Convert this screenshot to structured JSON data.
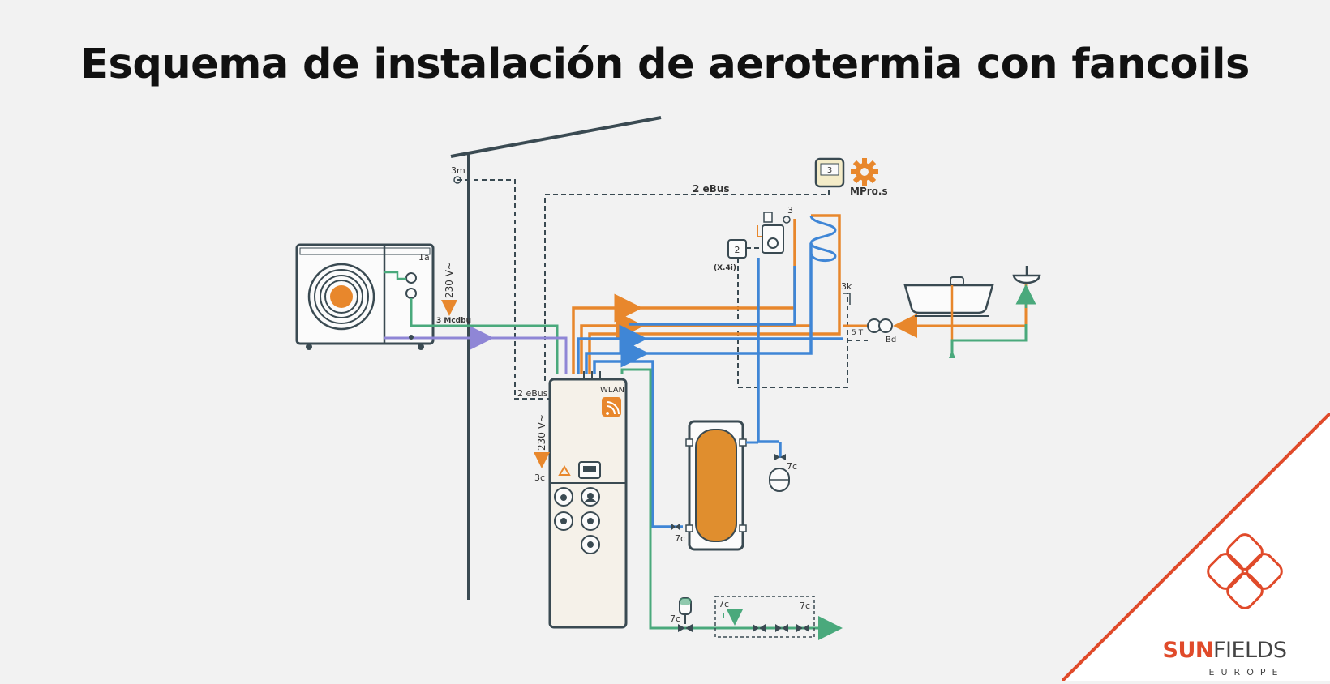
{
  "title": "Esquema de instalación de aerotermia con fancoils",
  "labels": {
    "outdoor_unit_id": "1a",
    "voltage_outdoor": "230 V~",
    "voltage_indoor": "230 V~",
    "mcdbu": "3 Mcdbu",
    "sensor_3m": "3m",
    "ebus_top": "2 eBus",
    "ebus_left": "2 eBus",
    "mpro_value": "3",
    "mpro": "MPro.s",
    "mixer_id": "3",
    "module_2": "2",
    "x4i": "(X.4i)",
    "label_3k": "3k",
    "label_5t": "5 T",
    "label_bd": "Bd",
    "wlan": "WLAN",
    "label_3c": "3c",
    "label_7c_tank": "7c",
    "label_7c_exp": "7c",
    "label_7c_bottom": "7c",
    "label_7c_box_a": "7c",
    "label_7c_box_b": "7c"
  },
  "brand": {
    "sun": "SUN",
    "fields": "FIELDS",
    "region": "EUROPE"
  },
  "colors": {
    "orange": "#e8872c",
    "blue": "#3f86d6",
    "green": "#4aa97c",
    "purple": "#8f86d6",
    "dark": "#3a4a52",
    "brand_red": "#e04a2a"
  },
  "icons": [
    "fan-icon",
    "gear-icon",
    "wifi-icon",
    "warning-icon",
    "shower-icon",
    "bathtub-icon",
    "sunfields-logo-icon"
  ]
}
